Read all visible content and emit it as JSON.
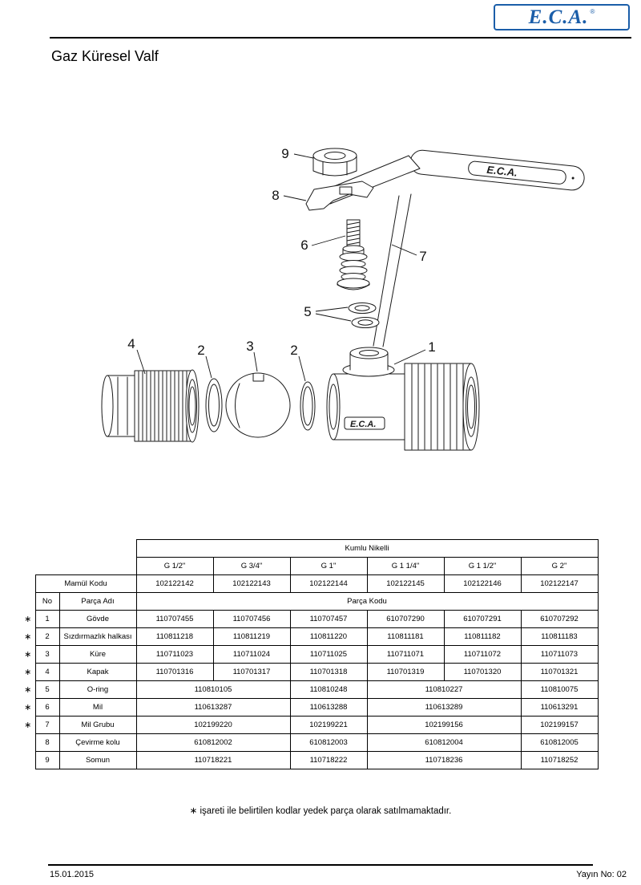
{
  "logo": {
    "text": "E.C.A.",
    "registered": "®",
    "color": "#1b5ea9"
  },
  "page": {
    "title": "Gaz Küresel Valf",
    "footnote": "∗ işareti ile belirtilen kodlar yedek parça olarak satılmamaktadır.",
    "footer": {
      "date": "15.01.2015",
      "issue": "Yayın No: 02"
    }
  },
  "diagram": {
    "callouts": {
      "c1": "1",
      "c2a": "2",
      "c2b": "2",
      "c3": "3",
      "c4": "4",
      "c5": "5",
      "c6": "6",
      "c7": "7",
      "c8": "8",
      "c9": "9"
    },
    "handle_logo": "E.C.A.",
    "body_logo": "E.C.A."
  },
  "table": {
    "star_symbol": "∗",
    "group_header": "Kumlu Nikelli",
    "sizes": [
      "G 1/2\"",
      "G 3/4\"",
      "G 1\"",
      "G 1 1/4\"",
      "G 1 1/2\"",
      "G 2\""
    ],
    "labels": {
      "mamul_kodu": "Mamül Kodu",
      "no": "No",
      "parca_adi": "Parça Adı",
      "parca_kodu": "Parça Kodu"
    },
    "mamul_codes": [
      "102122142",
      "102122143",
      "102122144",
      "102122145",
      "102122146",
      "102122147"
    ],
    "rows": [
      {
        "star": true,
        "no": "1",
        "name": "Gövde",
        "cells": [
          {
            "text": "110707455",
            "span": 1
          },
          {
            "text": "110707456",
            "span": 1
          },
          {
            "text": "110707457",
            "span": 1
          },
          {
            "text": "610707290",
            "span": 1
          },
          {
            "text": "610707291",
            "span": 1
          },
          {
            "text": "610707292",
            "span": 1
          }
        ]
      },
      {
        "star": true,
        "no": "2",
        "name": "Sızdırmazlık halkası",
        "cells": [
          {
            "text": "110811218",
            "span": 1
          },
          {
            "text": "110811219",
            "span": 1
          },
          {
            "text": "110811220",
            "span": 1
          },
          {
            "text": "110811181",
            "span": 1
          },
          {
            "text": "110811182",
            "span": 1
          },
          {
            "text": "110811183",
            "span": 1
          }
        ]
      },
      {
        "star": true,
        "no": "3",
        "name": "Küre",
        "cells": [
          {
            "text": "110711023",
            "span": 1
          },
          {
            "text": "110711024",
            "span": 1
          },
          {
            "text": "110711025",
            "span": 1
          },
          {
            "text": "110711071",
            "span": 1
          },
          {
            "text": "110711072",
            "span": 1
          },
          {
            "text": "110711073",
            "span": 1
          }
        ]
      },
      {
        "star": true,
        "no": "4",
        "name": "Kapak",
        "cells": [
          {
            "text": "110701316",
            "span": 1
          },
          {
            "text": "110701317",
            "span": 1
          },
          {
            "text": "110701318",
            "span": 1
          },
          {
            "text": "110701319",
            "span": 1
          },
          {
            "text": "110701320",
            "span": 1
          },
          {
            "text": "110701321",
            "span": 1
          }
        ]
      },
      {
        "star": true,
        "no": "5",
        "name": "O-ring",
        "cells": [
          {
            "text": "110810105",
            "span": 2
          },
          {
            "text": "110810248",
            "span": 1
          },
          {
            "text": "110810227",
            "span": 2
          },
          {
            "text": "110810075",
            "span": 1
          }
        ]
      },
      {
        "star": true,
        "no": "6",
        "name": "Mil",
        "cells": [
          {
            "text": "110613287",
            "span": 2
          },
          {
            "text": "110613288",
            "span": 1
          },
          {
            "text": "110613289",
            "span": 2
          },
          {
            "text": "110613291",
            "span": 1
          }
        ]
      },
      {
        "star": true,
        "no": "7",
        "name": "Mil Grubu",
        "cells": [
          {
            "text": "102199220",
            "span": 2
          },
          {
            "text": "102199221",
            "span": 1
          },
          {
            "text": "102199156",
            "span": 2
          },
          {
            "text": "102199157",
            "span": 1
          }
        ]
      },
      {
        "star": false,
        "no": "8",
        "name": "Çevirme kolu",
        "cells": [
          {
            "text": "610812002",
            "span": 2
          },
          {
            "text": "610812003",
            "span": 1
          },
          {
            "text": "610812004",
            "span": 2
          },
          {
            "text": "610812005",
            "span": 1
          }
        ]
      },
      {
        "star": false,
        "no": "9",
        "name": "Somun",
        "cells": [
          {
            "text": "110718221",
            "span": 2
          },
          {
            "text": "110718222",
            "span": 1
          },
          {
            "text": "110718236",
            "span": 2
          },
          {
            "text": "110718252",
            "span": 1
          }
        ]
      }
    ]
  }
}
